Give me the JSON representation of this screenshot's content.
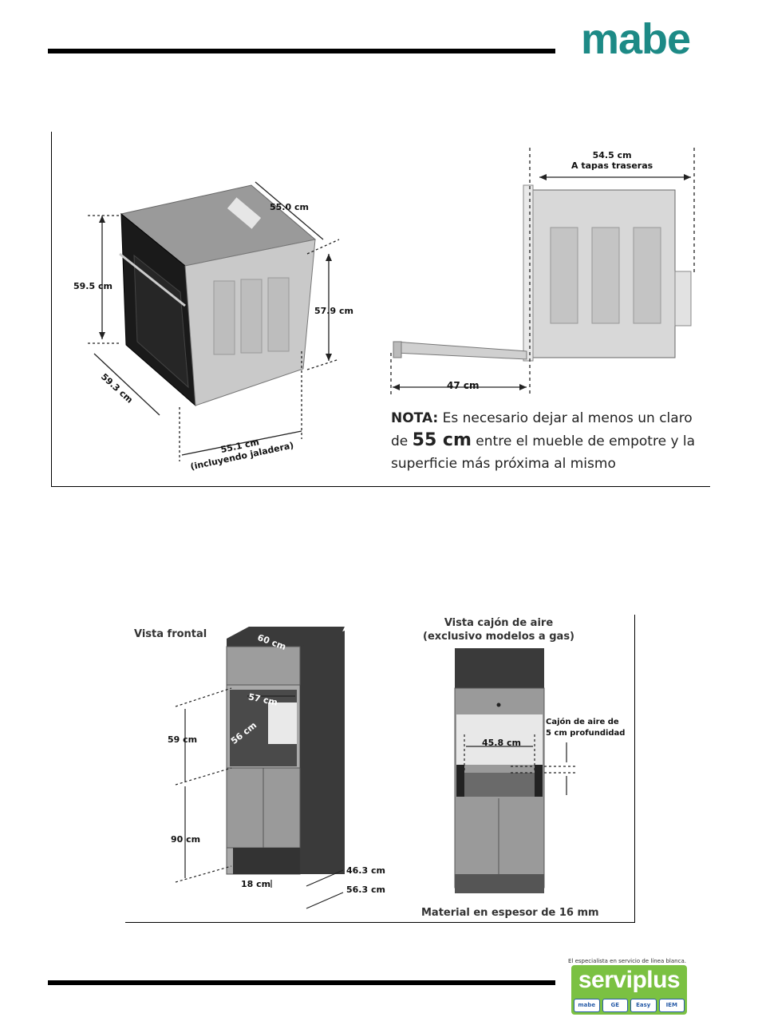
{
  "header": {
    "logo_text": "mabe"
  },
  "oven": {
    "dim_depth_top": "55.0 cm",
    "dim_height_front": "59.5 cm",
    "dim_height_side": "57.9 cm",
    "dim_width_front": "59.3 cm",
    "dim_width_handle_1": "55.1 cm",
    "dim_width_handle_2": "(incluyendo jaladera)",
    "dim_rear_1": "54.5 cm",
    "dim_rear_2": "A tapas traseras",
    "dim_door": "47 cm",
    "note_label": "NOTA:",
    "note_text_1": " Es necesario dejar al menos un claro de ",
    "note_big": "55 cm",
    "note_text_2": " entre el mueble de empotre y la superficie más próxima al mismo"
  },
  "cabinet": {
    "front_title": "Vista frontal",
    "dim_top": "60 cm",
    "dim_inner_w": "57 cm",
    "dim_inner_d": "56 cm",
    "dim_59": "59 cm",
    "dim_90": "90 cm",
    "dim_18": "18 cm",
    "dim_46": "46.3 cm",
    "dim_56": "56.3 cm",
    "air_title_1": "Vista cajón de aire",
    "air_title_2": "(exclusivo modelos a gas)",
    "dim_458": "45.8 cm",
    "air_note_1": "Cajón de aire de",
    "air_note_2": "5 cm profundidad",
    "material": "Material en espesor de 16 mm"
  },
  "footer": {
    "tagline": "El especialista en servicio de línea blanca.",
    "brand": "serviplus",
    "brands": [
      "mabe",
      "GE",
      "Easy",
      "IEM"
    ]
  }
}
